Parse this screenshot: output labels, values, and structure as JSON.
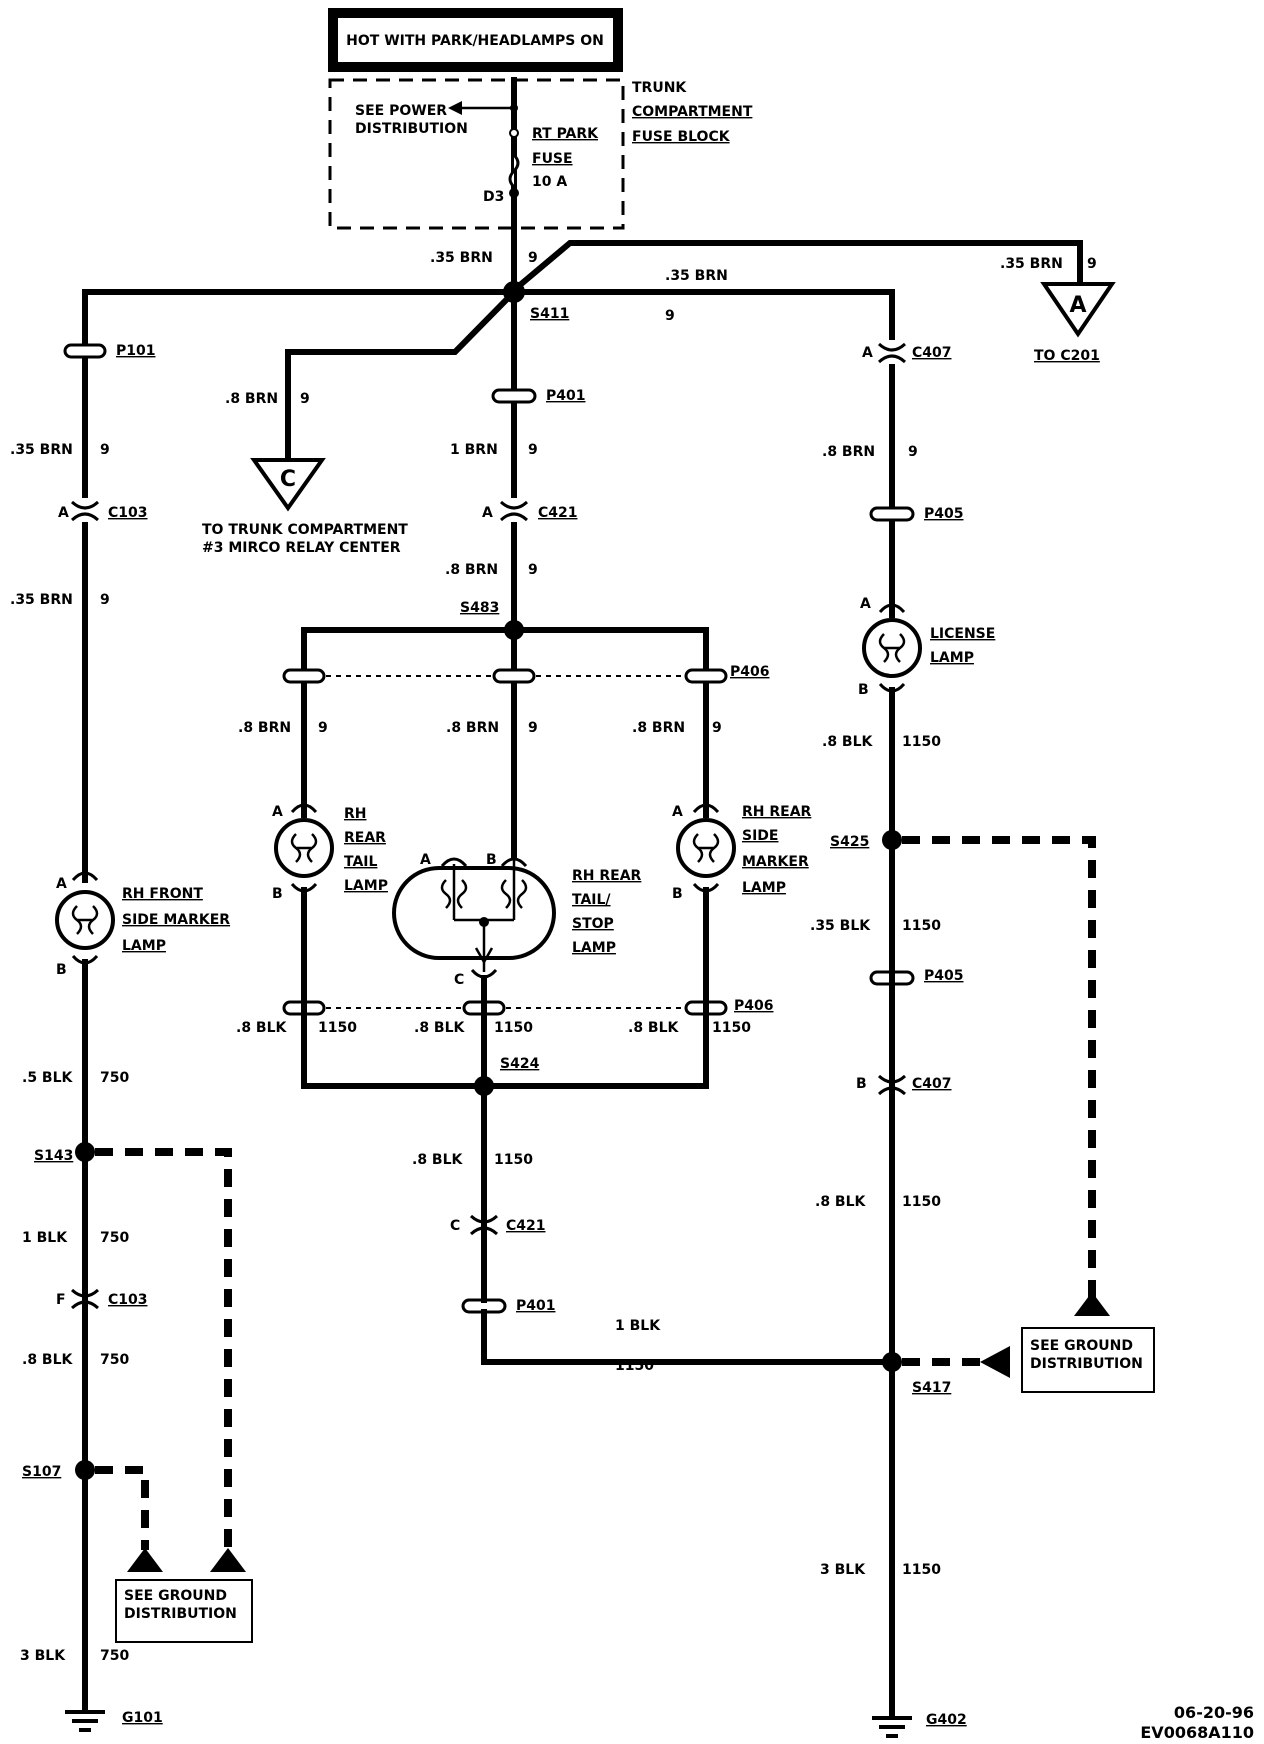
{
  "header": {
    "hot": "HOT WITH PARK/HEADLAMPS ON"
  },
  "fuse_block": {
    "see_power": "SEE POWER",
    "distribution": "DISTRIBUTION",
    "fuse_name": "RT PARK",
    "fuse_word": "FUSE",
    "fuse_rating": "10 A",
    "pin": "D3",
    "block_l1": "TRUNK",
    "block_l2": "COMPARTMENT",
    "block_l3": "FUSE BLOCK"
  },
  "wires": {
    "top": ".35 BRN",
    "top_n": "9",
    "top_right": ".35 BRN",
    "top_right_n": "9",
    "far_right": ".35 BRN",
    "far_right_n": "9",
    "left_a": ".35 BRN",
    "left_a_n": "9",
    "left_b": ".35 BRN",
    "left_b_n": "9",
    "c_branch": ".8 BRN",
    "c_branch_n": "9",
    "mid_a": "1 BRN",
    "mid_a_n": "9",
    "mid_b": ".8 BRN",
    "mid_b_n": "9",
    "right_a": ".8 BRN",
    "right_a_n": "9",
    "lamp1": ".8 BRN",
    "lamp1_n": "9",
    "lamp2": ".8 BRN",
    "lamp2_n": "9",
    "lamp3": ".8 BRN",
    "lamp3_n": "9",
    "lic_gnd": ".8 BLK",
    "lic_gnd_n": "1150",
    "s425_down": ".35 BLK",
    "s425_down_n": "1150",
    "right_mid": ".8 BLK",
    "right_mid_n": "1150",
    "right_bot": "3 BLK",
    "right_bot_n": "1150",
    "g1": ".8 BLK",
    "g1_n": "1150",
    "g2": ".8 BLK",
    "g2_n": "1150",
    "g3": ".8 BLK",
    "g3_n": "1150",
    "mid_gnd": ".8 BLK",
    "mid_gnd_n": "1150",
    "horiz": "1 BLK",
    "horiz_n": "1150",
    "left_g1": ".5 BLK",
    "left_g1_n": "750",
    "left_g2": "1 BLK",
    "left_g2_n": "750",
    "left_g3": ".8 BLK",
    "left_g3_n": "750",
    "left_g4": "3 BLK",
    "left_g4_n": "750"
  },
  "splices": {
    "s411": "S411",
    "s483": "S483",
    "s424": "S424",
    "s425": "S425",
    "s417": "S417",
    "s143": "S143",
    "s107": "S107"
  },
  "connectors": {
    "p101": "P101",
    "c103_top": "C103",
    "c103_top_pin": "A",
    "p401_top": "P401",
    "c421_top": "C421",
    "c421_top_pin": "A",
    "c407_top": "C407",
    "c407_top_pin": "A",
    "p405_top": "P405",
    "p406_top": "P406",
    "p406_bot": "P406",
    "p405_bot": "P405",
    "c407_bot": "C407",
    "c407_bot_pin": "B",
    "c421_bot": "C421",
    "c421_bot_pin": "C",
    "p401_bot": "P401",
    "c103_bot": "C103",
    "c103_bot_pin": "F"
  },
  "offpage": {
    "a_sym": "A",
    "a_to": "TO C201",
    "c_sym": "C",
    "c_to_l1": "TO TRUNK COMPARTMENT",
    "c_to_l2": "#3 MIRCO RELAY CENTER"
  },
  "lamps": {
    "license_l1": "LICENSE",
    "license_l2": "LAMP",
    "license_a": "A",
    "license_b": "B",
    "rh_tail_l1": "RH",
    "rh_tail_l2": "REAR",
    "rh_tail_l3": "TAIL",
    "rh_tail_l4": "LAMP",
    "rh_tail_a": "A",
    "rh_tail_b": "B",
    "rh_stop_l1": "RH REAR",
    "rh_stop_l2": "TAIL/",
    "rh_stop_l3": "STOP",
    "rh_stop_l4": "LAMP",
    "rh_stop_a": "A",
    "rh_stop_b": "B",
    "rh_stop_c": "C",
    "rh_side_l1": "RH REAR",
    "rh_side_l2": "SIDE",
    "rh_side_l3": "MARKER",
    "rh_side_l4": "LAMP",
    "rh_side_a": "A",
    "rh_side_b": "B",
    "rh_front_l1": "RH FRONT",
    "rh_front_l2": "SIDE MARKER",
    "rh_front_l3": "LAMP",
    "rh_front_a": "A",
    "rh_front_b": "B"
  },
  "grounds": {
    "see_l1": "SEE GROUND",
    "see_l2": "DISTRIBUTION",
    "see2_l1": "SEE GROUND",
    "see2_l2": "DISTRIBUTION",
    "g101": "G101",
    "g402": "G402"
  },
  "footer": {
    "date": "06-20-96",
    "code": "EV0068A110"
  }
}
